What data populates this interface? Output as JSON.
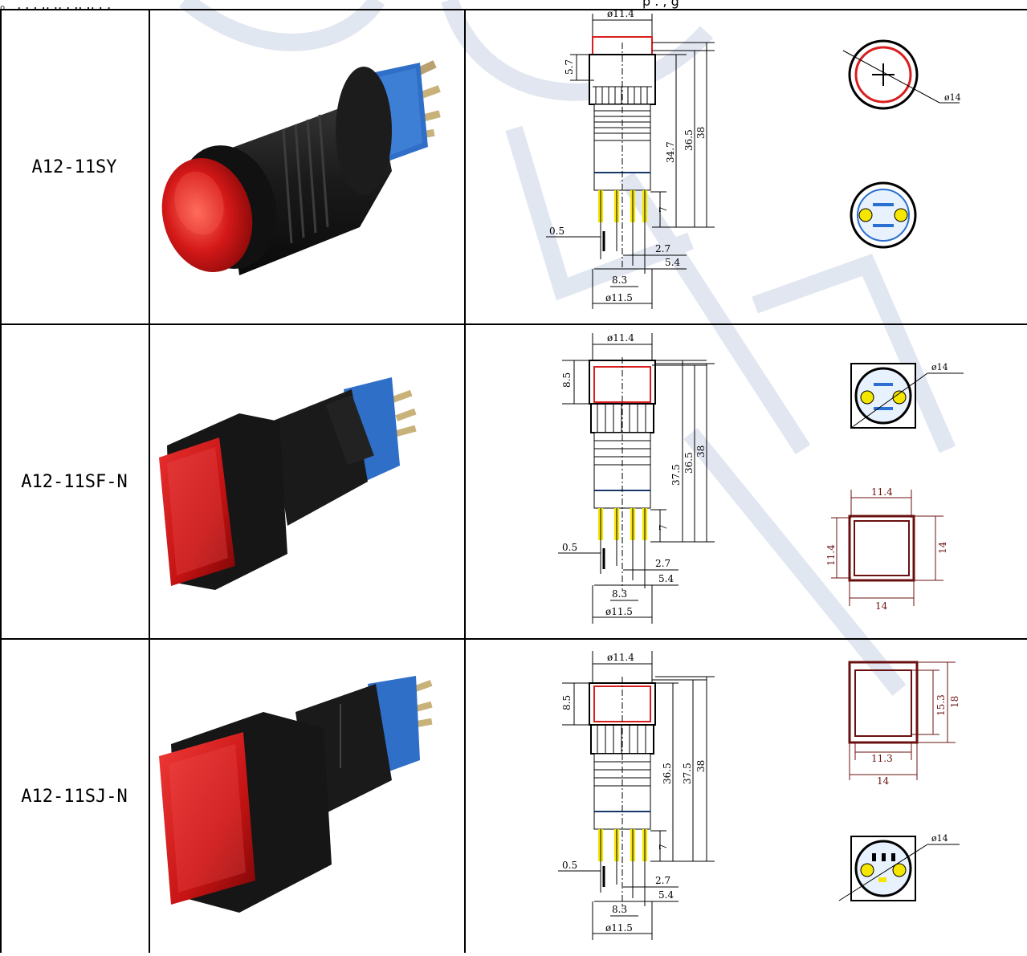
{
  "header": {
    "left_text": "。 , . . ., ., . .. ., . ,",
    "right_text": "p . , g"
  },
  "rows": [
    {
      "model": "A12-11SY",
      "dims": {
        "top_dia": "ø11.4",
        "cap_h": "5.7",
        "h1": "34.7",
        "h2": "36.5",
        "h3": "38",
        "pin": "7",
        "pin_thk": "0.5",
        "a": "2.7",
        "b": "5.4",
        "c": "8.3",
        "bottom_dia": "ø11.5",
        "face_dia": "ø14"
      }
    },
    {
      "model": "A12-11SF-N",
      "dims": {
        "top_dia": "ø11.4",
        "cap_h": "8.5",
        "h1": "37.5",
        "h2": "36.5",
        "h3": "38",
        "pin": "7",
        "pin_thk": "0.5",
        "a": "2.7",
        "b": "5.4",
        "c": "8.3",
        "bottom_dia": "ø11.5",
        "face_dia": "ø14",
        "sq_inner_w": "11.4",
        "sq_inner_h": "11.4",
        "sq_outer_w": "14",
        "sq_outer_h": "14"
      }
    },
    {
      "model": "A12-11SJ-N",
      "dims": {
        "top_dia": "ø11.4",
        "cap_h": "8.5",
        "h1": "36.5",
        "h2": "37.5",
        "h3": "38",
        "pin": "7",
        "pin_thk": "0.5",
        "a": "2.7",
        "b": "5.4",
        "c": "8.3",
        "bottom_dia": "ø11.5",
        "face_dia": "ø14",
        "rect_inner_w": "11.3",
        "rect_outer_w": "14",
        "rect_inner_h": "15.3",
        "rect_outer_h": "18"
      }
    }
  ],
  "colors": {
    "cap_red": "#d81e1e",
    "body_blue": "#2a6fd1",
    "pin_yellow": "#f5e600",
    "square_dim": "#6b1010",
    "watermark": "#c9d3e6"
  }
}
